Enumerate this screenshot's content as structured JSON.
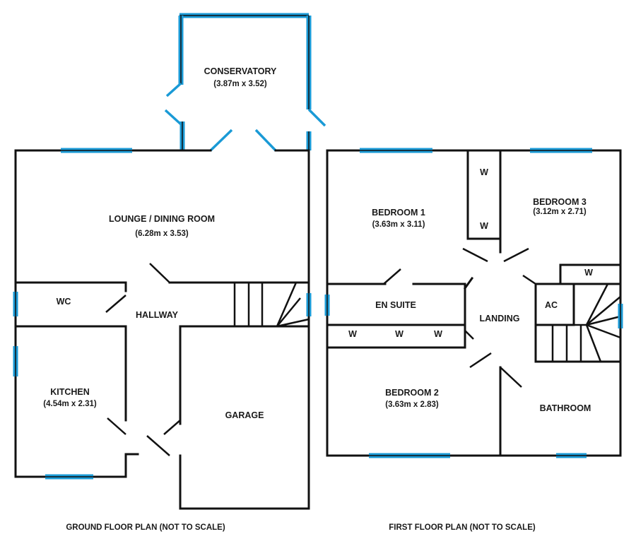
{
  "captions": {
    "ground_floor": "GROUND FLOOR PLAN (NOT TO SCALE)",
    "first_floor": "FIRST FLOOR PLAN (NOT TO SCALE)"
  },
  "ground_floor": {
    "conservatory": {
      "name": "CONSERVATORY",
      "size": "(3.87m x 3.52)"
    },
    "lounge": {
      "name": "LOUNGE / DINING ROOM",
      "size": "(6.28m x 3.53)"
    },
    "wc": {
      "name": "WC"
    },
    "hallway": {
      "name": "HALLWAY"
    },
    "kitchen": {
      "name": "KITCHEN",
      "size": "(4.54m x 2.31)"
    },
    "garage": {
      "name": "GARAGE"
    }
  },
  "first_floor": {
    "bedroom1": {
      "name": "BEDROOM 1",
      "size": "(3.63m x 3.11)"
    },
    "bedroom3": {
      "name": "BEDROOM 3",
      "size": "(3.12m x 2.71)"
    },
    "bedroom2": {
      "name": "BEDROOM 2",
      "size": "(3.63m x 2.83)"
    },
    "en_suite": {
      "name": "EN SUITE"
    },
    "landing": {
      "name": "LANDING"
    },
    "bathroom": {
      "name": "BATHROOM"
    },
    "airing_cupboard": {
      "name": "AC"
    },
    "wardrobes": [
      "W",
      "W",
      "W",
      "W",
      "W",
      "W"
    ]
  },
  "colors": {
    "wall": "#111111",
    "window": "#1a9ad6",
    "background": "#ffffff"
  }
}
